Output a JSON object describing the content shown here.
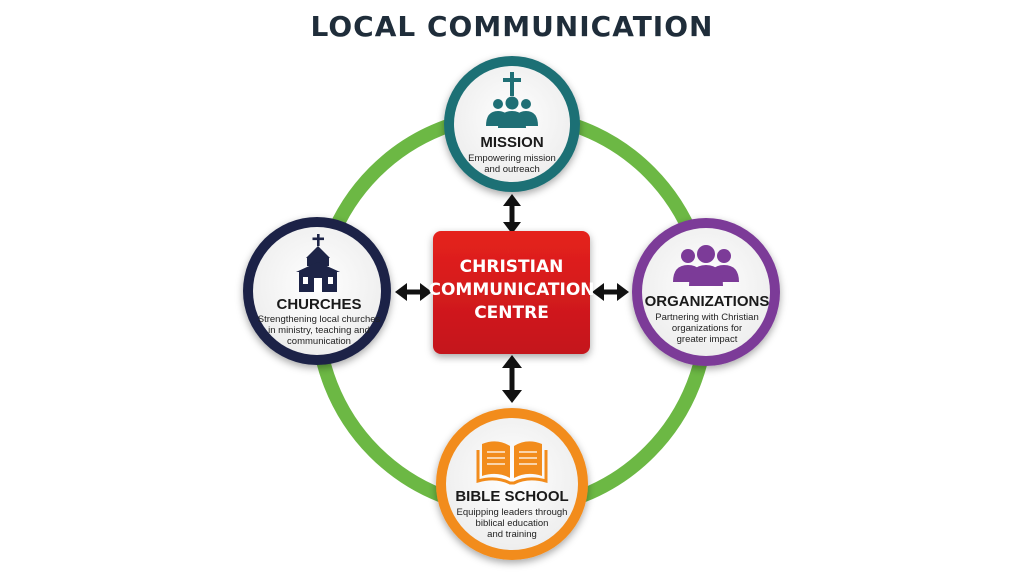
{
  "title": "LOCAL COMMUNICATION",
  "colors": {
    "ring": "#6cb844",
    "mission": "#1f6f75",
    "churches": "#1d2447",
    "organizations": "#7c3b98",
    "bible_school": "#f28c1c",
    "centre": "#d4151b"
  },
  "centre": {
    "lines": [
      "CHRISTIAN",
      "COMMUNICATION",
      "CENTRE"
    ]
  },
  "nodes": {
    "mission": {
      "label": "MISSION",
      "desc": [
        "Empowering mission",
        "and outreach"
      ],
      "icon": "cross-people-icon"
    },
    "churches": {
      "label": "CHURCHES",
      "desc": [
        "Strengthening local churches",
        "in ministry, teaching and",
        "communication"
      ],
      "icon": "church-icon"
    },
    "organizations": {
      "label": "ORGANIZATIONS",
      "desc": [
        "Partnering with Christian",
        "organizations for",
        "greater impact"
      ],
      "icon": "people-group-icon"
    },
    "bible_school": {
      "label": "BIBLE SCHOOL",
      "desc": [
        "Equipping leaders through",
        "biblical education",
        "and training"
      ],
      "icon": "open-book-icon"
    }
  }
}
